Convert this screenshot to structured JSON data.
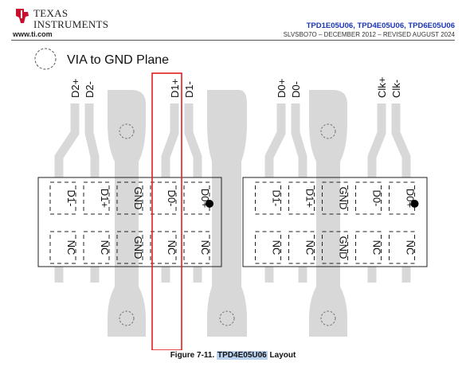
{
  "header": {
    "brand_line1": "TEXAS",
    "brand_line2": "INSTRUMENTS",
    "website": "www.ti.com",
    "part_numbers": "TPD1E05U06, TPD4E05U06, TPD6E05U06",
    "doc_info": "SLVSBO7O – DECEMBER 2012 – REVISED AUGUST 2024"
  },
  "legend": {
    "label": "VIA to GND Plane"
  },
  "traces": [
    "D2+",
    "D2-",
    "D1+",
    "D1-",
    "D0+",
    "D0-",
    "Clk+",
    "Clk-"
  ],
  "chips": [
    {
      "top_pins": [
        "D1-",
        "D1+",
        "GND",
        "D0-",
        "D0+"
      ],
      "bottom_pins": [
        "NC",
        "NC",
        "GND",
        "NC",
        "NC"
      ]
    },
    {
      "top_pins": [
        "D1-",
        "D1+",
        "GND",
        "D0-",
        "D0+"
      ],
      "bottom_pins": [
        "NC",
        "NC",
        "GND",
        "NC",
        "NC"
      ]
    }
  ],
  "caption": {
    "prefix": "Figure 7-11. ",
    "highlight": "TPD4E05U06",
    "suffix": " Layout"
  },
  "colors": {
    "trace": "#d8d8d8",
    "highlight_box": "#e0201f",
    "link_blue": "#1a35b8",
    "caption_highlight": "#b9d3ee"
  }
}
